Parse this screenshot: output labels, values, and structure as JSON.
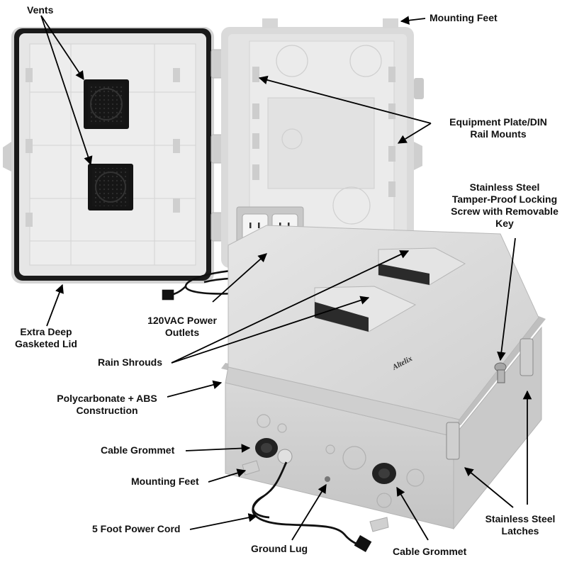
{
  "brand": "Altelix",
  "labels": {
    "vents": "Vents",
    "mounting_feet_top": "Mounting Feet",
    "equipment_plate_1": "Equipment Plate/DIN",
    "equipment_plate_2": "Rail Mounts",
    "locking_screw_1": "Stainless Steel",
    "locking_screw_2": "Tamper-Proof Locking",
    "locking_screw_3": "Screw with Removable",
    "locking_screw_4": "Key",
    "gasketed_lid_1": "Extra Deep",
    "gasketed_lid_2": "Gasketed Lid",
    "outlets_1": "120VAC Power",
    "outlets_2": "Outlets",
    "rain_shrouds": "Rain Shrouds",
    "construction_1": "Polycarbonate + ABS",
    "construction_2": "Construction",
    "cable_grommet_left": "Cable Grommet",
    "mounting_feet_bottom": "Mounting Feet",
    "power_cord": "5 Foot Power Cord",
    "ground_lug": "Ground Lug",
    "cable_grommet_right": "Cable Grommet",
    "latches_1": "Stainless Steel",
    "latches_2": "Latches"
  },
  "colors": {
    "enclosure": "#dcdcdc",
    "enclosure_shadow": "#b9b9b9",
    "interior": "#e9e9e9",
    "gasket": "#1a1a1a",
    "fan": "#141414",
    "arrow": "#000000"
  }
}
